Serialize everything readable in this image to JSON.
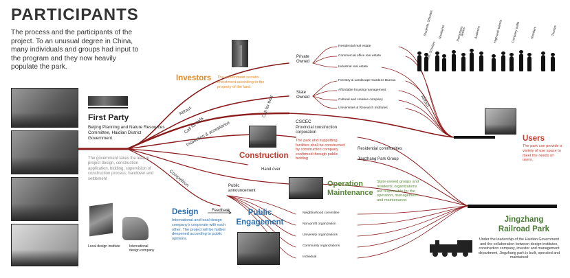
{
  "header": {
    "title": "PARTICIPANTS",
    "intro": "The process and the participants of the project. To an unusual degree in China, many individuals and groups had input to the program and they now heavily populate the park."
  },
  "first_party": {
    "title": "First Party",
    "org": "Beijing Planning and Nature Resources Committee, Haidian District Government",
    "desc": "The government takes the lead in project design, construction application, bidding, supervision of construction process, handover and settlement"
  },
  "investors": {
    "title": "Investors",
    "desc": "The government recruits investment according to the property of the land.",
    "private_owned": "Private Owned",
    "state_owned": "State Owned",
    "private_items": [
      "Residential real estate",
      "Commercial office real estate",
      "Industrial real estate"
    ],
    "state_items": [
      "Forestry & Landscape Gardens Bureau",
      "Affordable housing management",
      "Cultural and creative company",
      "Universities & Research Institutes"
    ]
  },
  "construction": {
    "title": "Construction",
    "cscec": "CSCEC",
    "provincial": "Provincial construction corporation",
    "desc": "The park and supporting facilities shall be constructed by construction company confirmed through public bidding",
    "residential": "Residential communities",
    "group": "Jingzhang Park Group"
  },
  "flow_labels": {
    "attract_left": "Attract",
    "call_for_bids": "Call for bids",
    "call_for_bids_2": "Call for bids",
    "inspection": "Inspection & acceptance",
    "competition": "Competition",
    "hand_over": "Hand over",
    "feedback": "Feedback",
    "attract_right": "Attract",
    "public_announcement": "Public announcement"
  },
  "users": {
    "title": "Users",
    "desc": "The park can provide a variety of use space to meet the needs of users.",
    "categories": [
      "Students, Scholars",
      "Residents",
      "Performers",
      "Artists",
      "Audience",
      "High-tech talents",
      "Company staffs",
      "Retailers",
      "Tourists"
    ]
  },
  "operation": {
    "title": "Operation Maintenance",
    "desc": "State-owned groups and residents' organizations are responsible for the operation, management and maintenance."
  },
  "design": {
    "title": "Design",
    "desc": "International and local design company's cooperate with each other. The project will be further deepened according to public opinions.",
    "local": "Local design institute",
    "international": "International design company"
  },
  "public": {
    "title": "Public Engagement",
    "items": [
      "Neighborhood committee",
      "Non-profit organization",
      "University organizations",
      "Community organizations",
      "Individual"
    ]
  },
  "railroad": {
    "title": "Jingzhang Railroad Park",
    "desc": "Under the leadership of the Haidian Government and the collaboration between design institutes, construction company, investor and management department, Jingzhang park is built, operated and maintained"
  },
  "colors": {
    "primary_flow": "#8b1a1a",
    "investors_accent": "#e08a2a",
    "construction_accent": "#c0392b",
    "design_accent": "#2a6fb0",
    "operation_accent": "#5a8a3a",
    "railroad_accent": "#4a7a35"
  }
}
